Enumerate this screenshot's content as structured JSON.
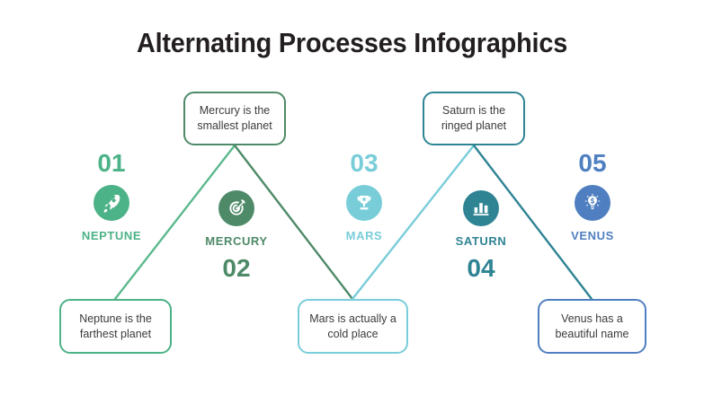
{
  "slide": {
    "title": "Alternating Processes Infographics",
    "background": "#ffffff"
  },
  "colors": {
    "neptune": "#4cb287",
    "mercury": "#4e8a68",
    "mars": "#79cdd9",
    "saturn": "#2f8494",
    "venus": "#4f7fc0",
    "title_text": "#231f20",
    "body_text": "#3b3b3b"
  },
  "steps": [
    {
      "number": "01",
      "label": "NEPTUNE",
      "icon": "rocket-icon",
      "color": "#4cb287",
      "position": "up"
    },
    {
      "number": "02",
      "label": "MERCURY",
      "icon": "target-icon",
      "color": "#4e8a68",
      "position": "down"
    },
    {
      "number": "03",
      "label": "MARS",
      "icon": "trophy-icon",
      "color": "#79cdd9",
      "position": "up"
    },
    {
      "number": "04",
      "label": "SATURN",
      "icon": "bar-chart-icon",
      "color": "#2f8494",
      "position": "down"
    },
    {
      "number": "05",
      "label": "VENUS",
      "icon": "lightbulb-dollar-icon",
      "color": "#4f7fc0",
      "position": "up"
    }
  ],
  "callouts": {
    "mercury": {
      "line1": "Mercury is the",
      "line2": "smallest planet",
      "border_color": "#4e8a68"
    },
    "saturn": {
      "line1": "Saturn is the",
      "line2": "ringed planet",
      "border_color": "#2f8494"
    },
    "neptune": {
      "line1": "Neptune is the",
      "line2": "farthest planet",
      "border_color": "#4cb287"
    },
    "mars": {
      "line1": "Mars is actually a",
      "line2": "cold place",
      "border_color": "#79cdd9"
    },
    "venus": {
      "line1": "Venus has a",
      "line2": "beautiful name",
      "border_color": "#4f7fc0"
    }
  }
}
